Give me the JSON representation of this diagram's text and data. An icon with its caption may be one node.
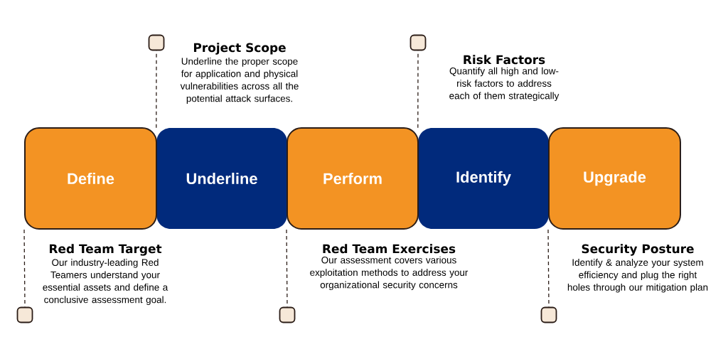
{
  "diagram": {
    "nodes": [
      {
        "text": [
          "Define"
        ]
      },
      {
        "text": [
          "Underline"
        ]
      },
      {
        "text": [
          "Perform"
        ]
      },
      {
        "text": [
          "Identify"
        ]
      },
      {
        "text": [
          "Upgrade"
        ]
      },
      {
        "text": [],
        "shape": "box",
        "beside": [
          "Red Team Target",
          "Our industry-leading Red Teamers understand your essential assets and define a conclusive assessment goal."
        ]
      },
      {
        "text": [],
        "shape": "box",
        "beside": [
          "Project Scope",
          "Underline the proper scope for application and physical vulnerabilities across all the potential attack surfaces."
        ]
      },
      {
        "text": [],
        "shape": "box",
        "beside": [
          "Red Team Exercises",
          "Our assessment covers various exploitation methods to address your organizational security concerns"
        ]
      },
      {
        "text": [],
        "shape": "box",
        "beside": [
          "Risk Factors",
          "Quantify all high and low-risk factors to address each of them strategically"
        ]
      },
      {
        "text": [],
        "shape": "box",
        "beside": [
          "Security Posture",
          "Identify & analyze your system efficiency and plug the right holes through our mitigation plan"
        ]
      }
    ],
    "edges": [
      {
        "from": 0,
        "to": 5,
        "arrow": "none",
        "style": "dashed"
      },
      {
        "from": 1,
        "to": 6,
        "arrow": "none",
        "style": "dashed"
      },
      {
        "from": 2,
        "to": 7,
        "arrow": "none",
        "style": "dashed"
      },
      {
        "from": 3,
        "to": 8,
        "arrow": "none",
        "style": "dashed"
      },
      {
        "from": 4,
        "to": 9,
        "arrow": "none",
        "style": "dashed"
      }
    ]
  }
}
